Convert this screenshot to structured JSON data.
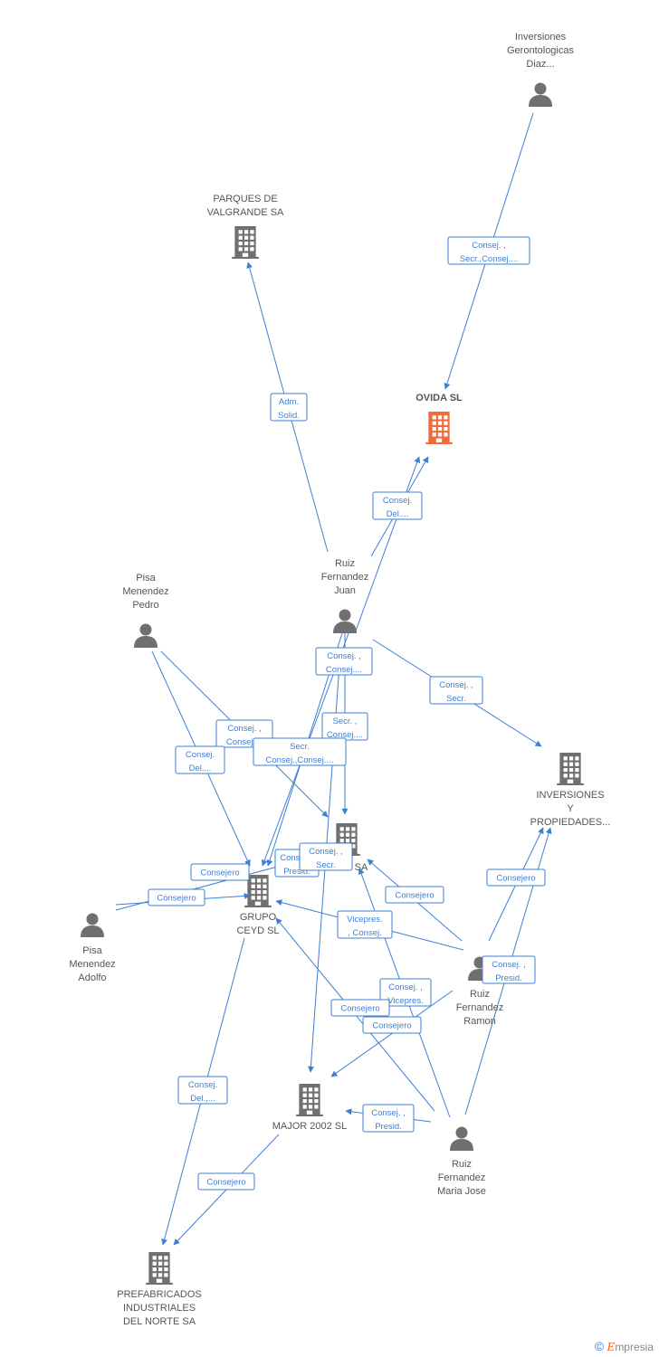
{
  "colors": {
    "edge": "#3d7fd6",
    "person": "#707070",
    "company": "#707070",
    "highlight": "#f26a3a"
  },
  "nodes": [
    {
      "id": "inv_ger",
      "type": "person",
      "lines": [
        "Inversiones",
        "Gerontologicas",
        "Diaz..."
      ],
      "labelPos": "above"
    },
    {
      "id": "parques",
      "type": "company",
      "lines": [
        "PARQUES DE",
        "VALGRANDE SA"
      ],
      "labelPos": "above"
    },
    {
      "id": "ovida",
      "type": "company",
      "highlight": true,
      "lines": [
        "OVIDA SL"
      ],
      "labelPos": "above"
    },
    {
      "id": "ruiz_juan",
      "type": "person",
      "lines": [
        "Ruiz",
        "Fernandez",
        "Juan"
      ],
      "labelPos": "above"
    },
    {
      "id": "pisa_pedro",
      "type": "person",
      "lines": [
        "Pisa",
        "Menendez",
        "Pedro"
      ],
      "labelPos": "above"
    },
    {
      "id": "inv_prop",
      "type": "company",
      "lines": [
        "INVERSIONES",
        "Y",
        "PROPIEDADES..."
      ],
      "labelPos": "below"
    },
    {
      "id": "sa_mid",
      "type": "company",
      "lines": [
        "SA"
      ],
      "labelPos": "right"
    },
    {
      "id": "grupo",
      "type": "company",
      "lines": [
        "GRUPO",
        "CEYD SL"
      ],
      "labelPos": "below"
    },
    {
      "id": "pisa_adolfo",
      "type": "person",
      "lines": [
        "Pisa",
        "Menendez",
        "Adolfo"
      ],
      "labelPos": "below"
    },
    {
      "id": "ruiz_ramon",
      "type": "person",
      "lines": [
        "Ruiz",
        "Fernandez",
        "Ramon"
      ],
      "labelPos": "below"
    },
    {
      "id": "major",
      "type": "company",
      "lines": [
        "MAJOR 2002 SL"
      ],
      "labelPos": "below"
    },
    {
      "id": "ruiz_mj",
      "type": "person",
      "lines": [
        "Ruiz",
        "Fernandez",
        "Maria Jose"
      ],
      "labelPos": "below"
    },
    {
      "id": "prefab",
      "type": "company",
      "lines": [
        "PREFABRICADOS",
        "INDUSTRIALES",
        "DEL NORTE SA"
      ],
      "labelPos": "below"
    }
  ],
  "edges": [
    {
      "id": "e1",
      "lines": [
        "Consej. ,",
        "Secr.,Consej...."
      ]
    },
    {
      "id": "e2",
      "lines": [
        "Adm.",
        "Solid."
      ]
    },
    {
      "id": "e3",
      "lines": [
        "Consej.",
        "Del...."
      ]
    },
    {
      "id": "e4",
      "lines": [
        "Consej. ,",
        "Consej...."
      ]
    },
    {
      "id": "e5",
      "lines": [
        "Consej. ,",
        "Secr."
      ]
    },
    {
      "id": "e6",
      "lines": [
        "Secr. ,",
        "Consej...."
      ]
    },
    {
      "id": "e7",
      "lines": [
        "Consej. ,",
        "Consej...."
      ]
    },
    {
      "id": "e8",
      "lines": [
        "Consej.",
        "Del...."
      ]
    },
    {
      "id": "e9",
      "lines": [
        "Secr.",
        "Consej.,Consej...."
      ]
    },
    {
      "id": "e10",
      "lines": [
        "Consej. ,",
        "Presid."
      ]
    },
    {
      "id": "e11",
      "lines": [
        "Consej. ,",
        "Secr."
      ]
    },
    {
      "id": "e12",
      "lines": [
        "Consejero"
      ]
    },
    {
      "id": "e13",
      "lines": [
        "Consejero"
      ]
    },
    {
      "id": "e14",
      "lines": [
        "Consejero"
      ]
    },
    {
      "id": "e15",
      "lines": [
        "Consejero"
      ]
    },
    {
      "id": "e16",
      "lines": [
        "Vicepres.",
        ", Consej."
      ]
    },
    {
      "id": "e17",
      "lines": [
        "Consej. ,",
        "Presid."
      ]
    },
    {
      "id": "e18",
      "lines": [
        "Consej. ,",
        "Vicepres."
      ]
    },
    {
      "id": "e19",
      "lines": [
        "Consejero"
      ]
    },
    {
      "id": "e20",
      "lines": [
        "Consejero"
      ]
    },
    {
      "id": "e21",
      "lines": [
        "Consej. ,",
        "Presid."
      ]
    },
    {
      "id": "e22",
      "lines": [
        "Consej.",
        "Del.,..."
      ]
    },
    {
      "id": "e23",
      "lines": [
        "Consejero"
      ]
    }
  ],
  "footer": {
    "copyright": "©",
    "brand_initial": "E",
    "brand_rest": "mpresia"
  }
}
